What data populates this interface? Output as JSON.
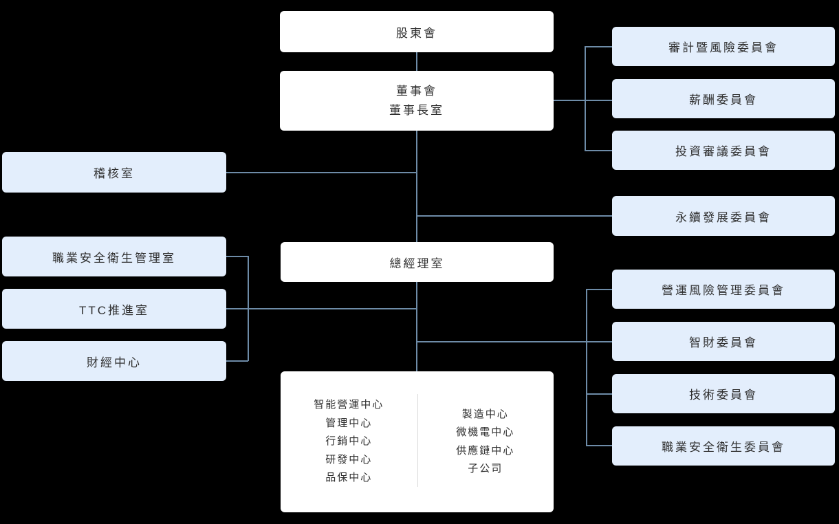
{
  "diagram": {
    "type": "org-chart",
    "colors": {
      "background": "#000000",
      "box_white": "#ffffff",
      "box_blue": "#e3eefc",
      "connector_line": "#6e8ca8",
      "text": "#2f2f2f",
      "column_divider": "#d9d9d9"
    },
    "nodes": {
      "shareholders": "股東會",
      "board_line1": "董事會",
      "board_line2": "董事長室",
      "audit_risk_committee": "審計暨風險委員會",
      "compensation_committee": "薪酬委員會",
      "investment_review_committee": "投資審議委員會",
      "sustainability_committee": "永續發展委員會",
      "internal_audit_office": "稽核室",
      "ohs_management_office": "職業安全衛生管理室",
      "ttc_promotion_office": "TTC推進室",
      "finance_center": "財經中心",
      "president_office": "總經理室",
      "operational_risk_committee": "營運風險管理委員會",
      "ip_committee": "智財委員會",
      "technology_committee": "技術委員會",
      "ohs_committee": "職業安全衛生委員會",
      "centers_left": [
        "智能營運中心",
        "管理中心",
        "行銷中心",
        "研發中心",
        "品保中心"
      ],
      "centers_right": [
        "製造中心",
        "微機電中心",
        "供應鏈中心",
        "子公司"
      ]
    }
  }
}
